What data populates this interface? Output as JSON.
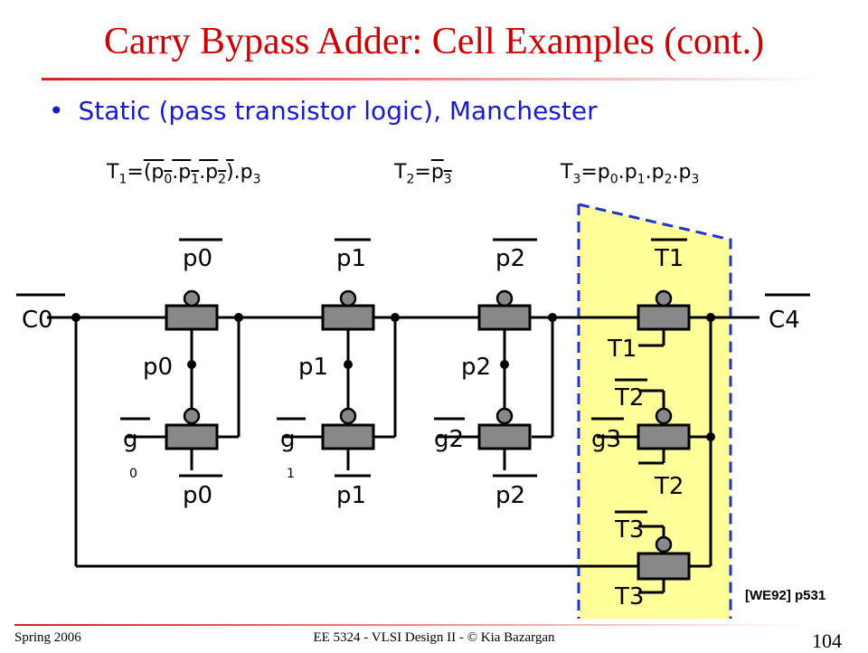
{
  "slide": {
    "title": "Carry Bypass Adder: Cell Examples (cont.)",
    "bullet": "Static (pass transistor logic), Manchester",
    "footer_left": "Spring 2006",
    "footer_center": "EE 5324 - VLSI Design II - © Kia Bazargan",
    "page_number": "104",
    "reference": "[WE92] p531"
  },
  "equations": {
    "t1": {
      "lhs": "T",
      "lhs_sub": "1",
      "rhs_pre": "=",
      "rhs_ov": "(p0.p1.p2)",
      "rhs_post": ".p3"
    },
    "t2": {
      "lhs": "T",
      "lhs_sub": "2",
      "rhs": "=p3"
    },
    "t3": {
      "lhs": "T",
      "lhs_sub": "3",
      "rhs": "=p0.p1.p2.p3"
    }
  },
  "labels": {
    "c0": "C0",
    "c4": "C4",
    "p0": "p0",
    "p1": "p1",
    "p2": "p2",
    "g0": "g",
    "g0_sub": "0",
    "g1": "g",
    "g1_sub": "1",
    "g2": "g2",
    "g3": "g3",
    "t1": "T1",
    "t2": "T2",
    "t3": "T3"
  },
  "colors": {
    "title": "#cc0000",
    "bullet": "#1a1acc",
    "highlight_fill": "#ffff99",
    "highlight_border": "#2233cc",
    "transistor_fill": "#888888",
    "wire": "#000000"
  }
}
